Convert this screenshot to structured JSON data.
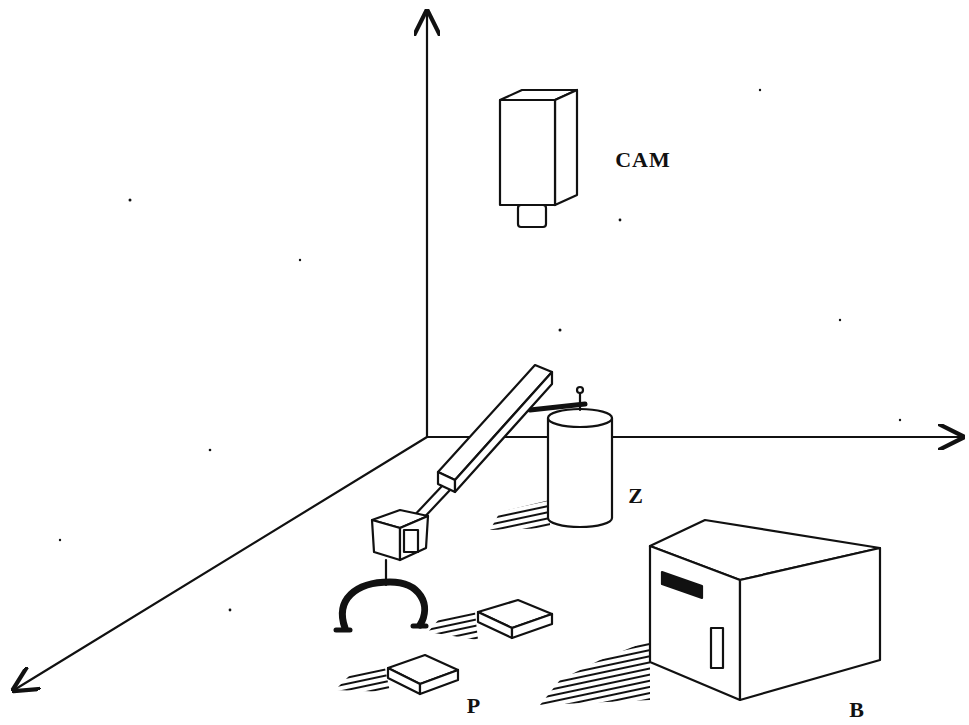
{
  "diagram": {
    "labels": [
      "CAM",
      "Z",
      "P",
      "B"
    ]
  }
}
